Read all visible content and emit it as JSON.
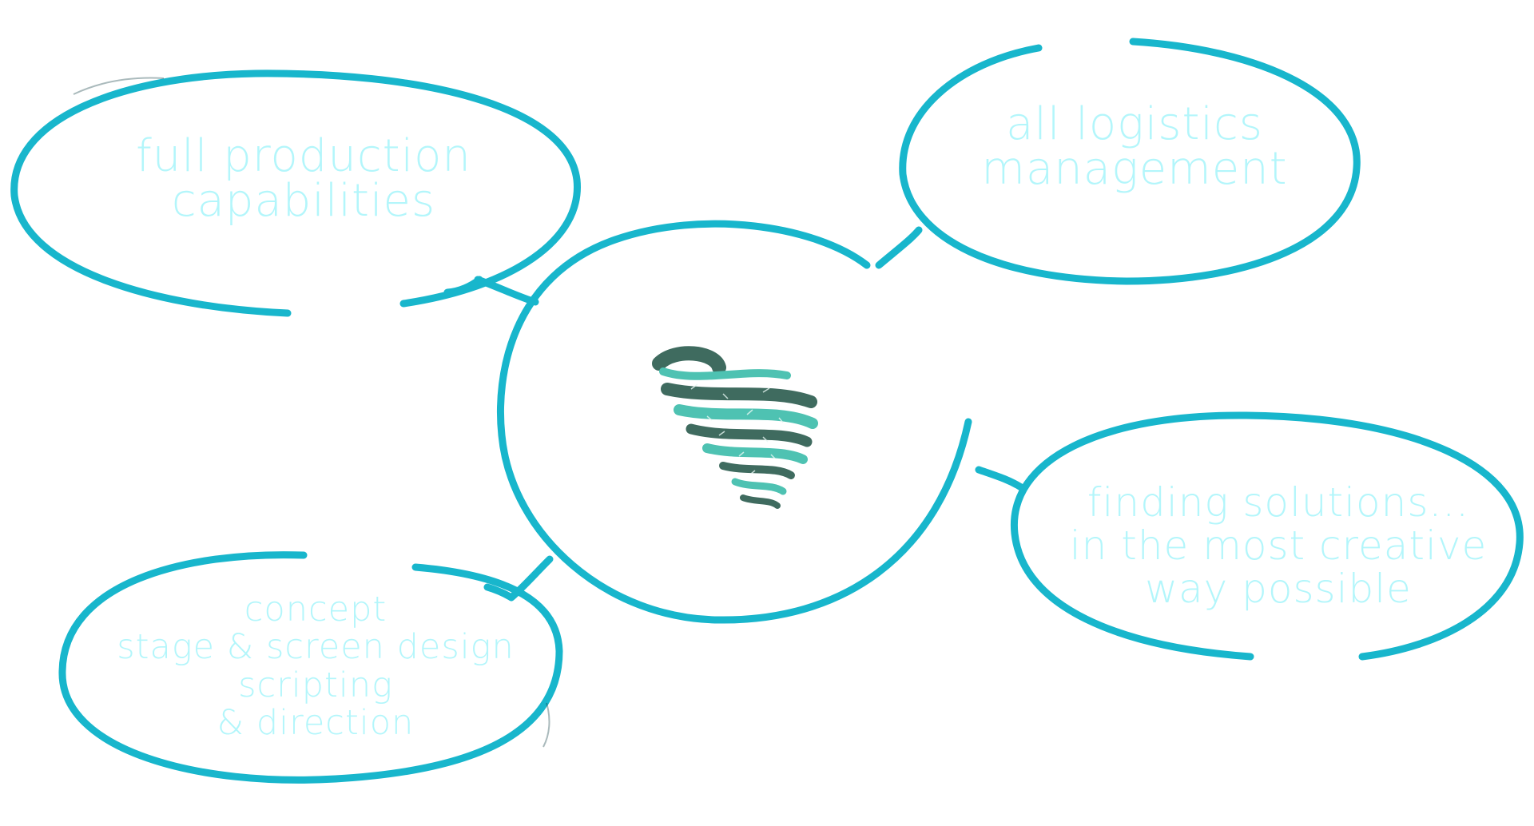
{
  "colors": {
    "outline": "#18b6cc",
    "text": "#b3f6fb",
    "logo_dark": "#3f6b5f",
    "logo_light": "#4ec2b2"
  },
  "center": {
    "logo_icon": "spiral-tornado-icon"
  },
  "bubbles": {
    "production": {
      "lines": [
        "full production",
        "capabilities"
      ]
    },
    "logistics": {
      "lines": [
        "all logistics",
        "management"
      ]
    },
    "solutions": {
      "lines": [
        "finding solutions...",
        "in the most creative",
        "way possible"
      ]
    },
    "concept": {
      "lines": [
        "concept",
        "stage & screen design",
        "scripting",
        "& direction"
      ]
    }
  }
}
